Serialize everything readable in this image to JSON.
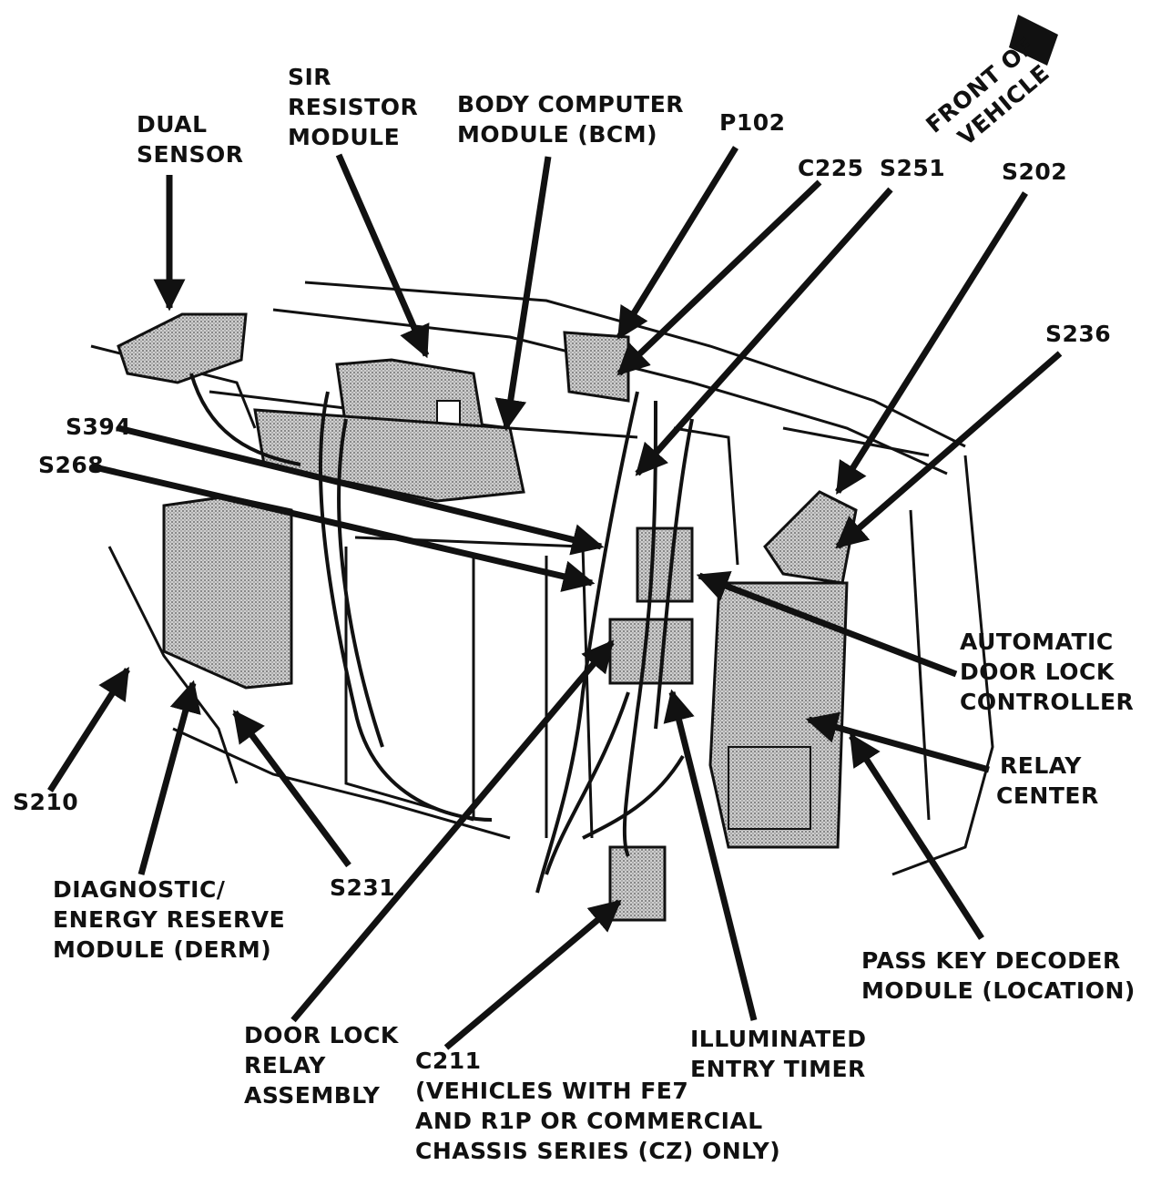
{
  "labels": {
    "front": [
      "FRONT OF",
      "VEHICLE"
    ],
    "dual_sensor": [
      "DUAL",
      "SENSOR"
    ],
    "sir": [
      "SIR",
      "RESISTOR",
      "MODULE"
    ],
    "bcm": [
      "BODY COMPUTER",
      "MODULE (BCM)"
    ],
    "p102": "P102",
    "c225": "C225",
    "s251": "S251",
    "s202": "S202",
    "s236": "S236",
    "s394": "S394",
    "s268": "S268",
    "s210": "S210",
    "s231": "S231",
    "automatic": [
      "AUTOMATIC",
      "DOOR LOCK",
      "CONTROLLER"
    ],
    "relay_center": [
      "RELAY",
      "CENTER"
    ],
    "derm": [
      "DIAGNOSTIC/",
      "ENERGY RESERVE",
      "MODULE (DERM)"
    ],
    "pass_key": [
      "PASS KEY DECODER",
      "MODULE (LOCATION)"
    ],
    "door_lock_relay": [
      "DOOR LOCK",
      "RELAY",
      "ASSEMBLY"
    ],
    "c211": [
      "C211",
      "(VEHICLES WITH FE7",
      "AND R1P OR COMMERCIAL",
      "CHASSIS SERIES (CZ) ONLY)"
    ],
    "illuminated": [
      "ILLUMINATED",
      "ENTRY TIMER"
    ]
  },
  "colors": {
    "ink": "#111111",
    "shade": "#9a9a9a",
    "paper": "#ffffff"
  }
}
